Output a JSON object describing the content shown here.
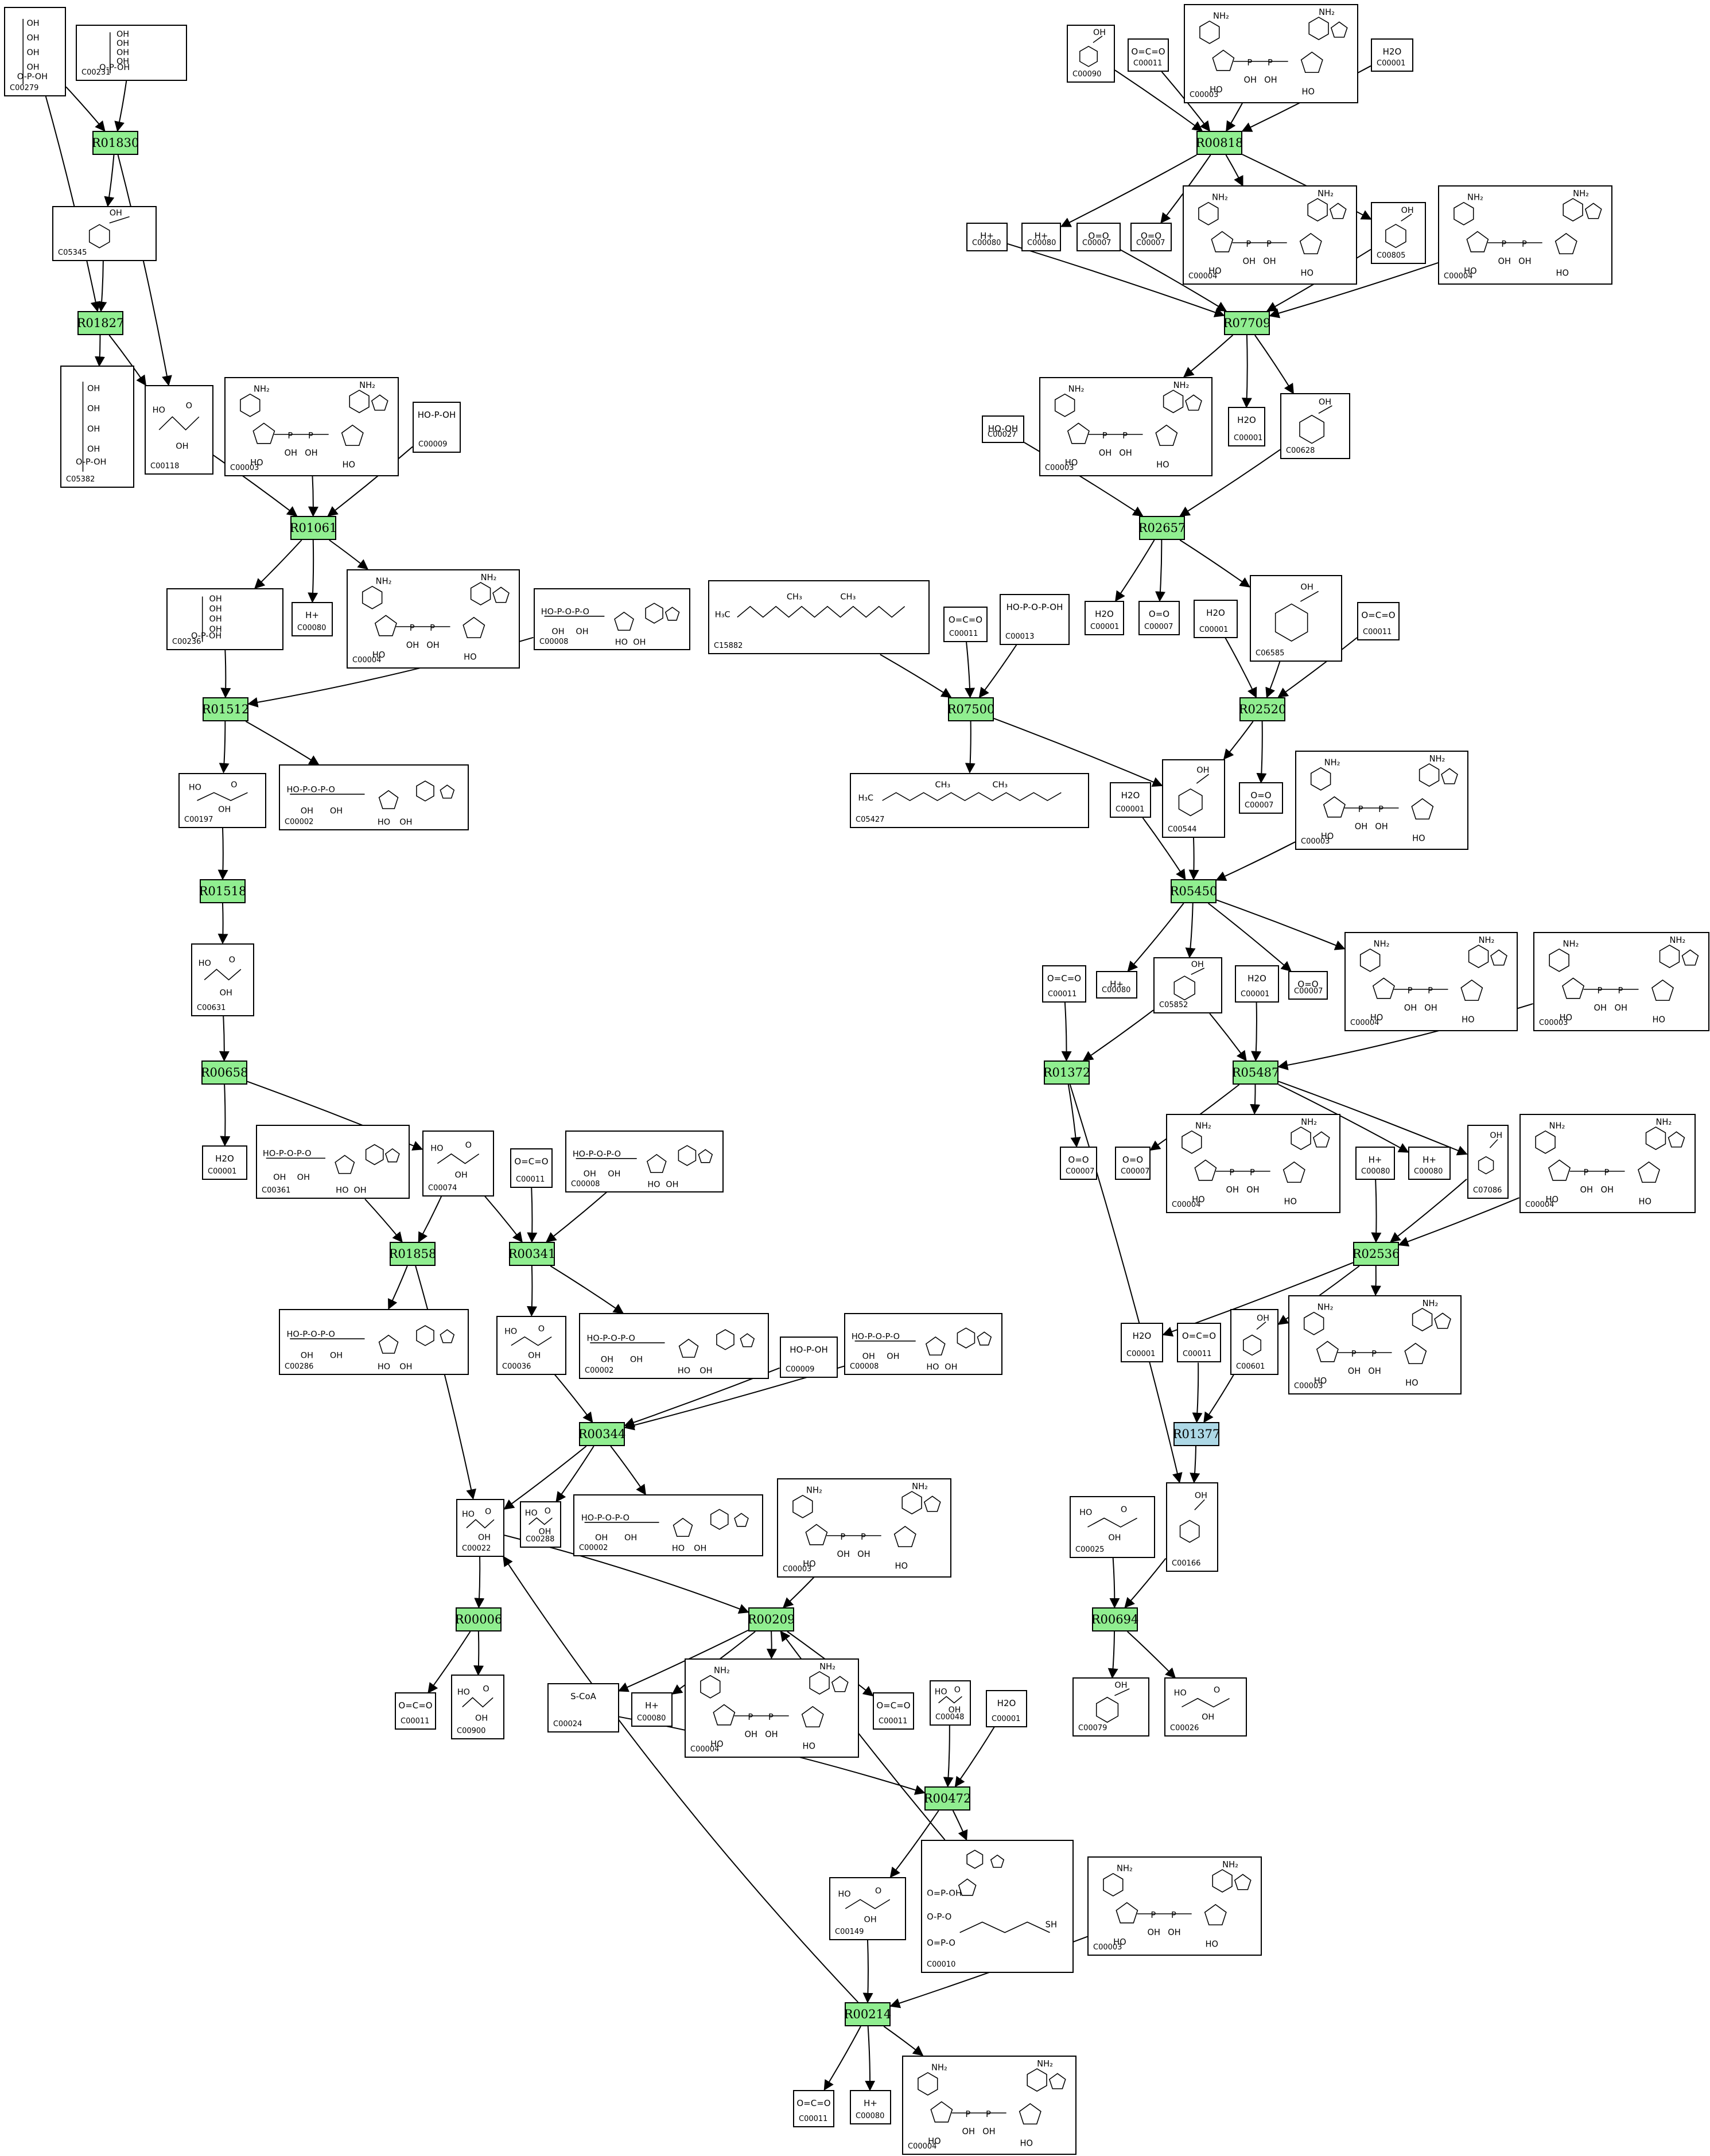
{
  "diagram": {
    "background": "#ffffff",
    "reaction_color": "#90ee90",
    "reaction_alt_color": "#add8e6",
    "reactions": [
      {
        "id": "R01830",
        "label": "R01830"
      },
      {
        "id": "R01827",
        "label": "R01827"
      },
      {
        "id": "R01061",
        "label": "R01061"
      },
      {
        "id": "R01512",
        "label": "R01512"
      },
      {
        "id": "R01518",
        "label": "R01518"
      },
      {
        "id": "R00658",
        "label": "R00658"
      },
      {
        "id": "R01858",
        "label": "R01858"
      },
      {
        "id": "R00341",
        "label": "R00341"
      },
      {
        "id": "R00344",
        "label": "R00344"
      },
      {
        "id": "R00006",
        "label": "R00006"
      },
      {
        "id": "R00209",
        "label": "R00209"
      },
      {
        "id": "R00472",
        "label": "R00472"
      },
      {
        "id": "R00214",
        "label": "R00214"
      },
      {
        "id": "R00818",
        "label": "R00818"
      },
      {
        "id": "R07709",
        "label": "R07709"
      },
      {
        "id": "R02657",
        "label": "R02657"
      },
      {
        "id": "R07500",
        "label": "R07500"
      },
      {
        "id": "R02520",
        "label": "R02520"
      },
      {
        "id": "R05450",
        "label": "R05450"
      },
      {
        "id": "R01372",
        "label": "R01372"
      },
      {
        "id": "R05487",
        "label": "R05487"
      },
      {
        "id": "R02536",
        "label": "R02536"
      },
      {
        "id": "R01377",
        "label": "R01377",
        "alt": true
      },
      {
        "id": "R00694",
        "label": "R00694"
      }
    ],
    "compounds": [
      {
        "key": "n1",
        "cid": "C00279",
        "kind": "sugarP"
      },
      {
        "key": "n2",
        "cid": "C00231",
        "kind": "sugarP"
      },
      {
        "key": "n3",
        "cid": "C05345",
        "kind": "ring"
      },
      {
        "key": "n4",
        "cid": "C05382",
        "kind": "sugarP"
      },
      {
        "key": "n5",
        "cid": "C00118",
        "kind": "small"
      },
      {
        "key": "n6",
        "cid": "C00003",
        "kind": "nad"
      },
      {
        "key": "n7",
        "cid": "C00009",
        "kind": "phosphate",
        "text": "HO-P-OH"
      },
      {
        "key": "n8",
        "cid": "C00236",
        "kind": "sugarP"
      },
      {
        "key": "n9",
        "cid": "C00080",
        "kind": "simple",
        "text": "H+"
      },
      {
        "key": "n10",
        "cid": "C00004",
        "kind": "nad"
      },
      {
        "key": "n11",
        "cid": "C00008",
        "kind": "adp"
      },
      {
        "key": "n12",
        "cid": "C00197",
        "kind": "small"
      },
      {
        "key": "n13",
        "cid": "C00002",
        "kind": "adp"
      },
      {
        "key": "n14",
        "cid": "C00631",
        "kind": "small"
      },
      {
        "key": "n15",
        "cid": "C00001",
        "kind": "simple",
        "text": "H2O"
      },
      {
        "key": "n16",
        "cid": "C00361",
        "kind": "adp"
      },
      {
        "key": "n17",
        "cid": "C00074",
        "kind": "small"
      },
      {
        "key": "n18",
        "cid": "C00011",
        "kind": "simple",
        "text": "O=C=O"
      },
      {
        "key": "n19",
        "cid": "C00008",
        "kind": "adp"
      },
      {
        "key": "n20",
        "cid": "C00286",
        "kind": "adp"
      },
      {
        "key": "n21",
        "cid": "C00036",
        "kind": "small"
      },
      {
        "key": "n22",
        "cid": "C00002",
        "kind": "adp"
      },
      {
        "key": "n23",
        "cid": "C00009",
        "kind": "phosphate",
        "text": "HO-P-OH"
      },
      {
        "key": "n24",
        "cid": "C00008",
        "kind": "adp"
      },
      {
        "key": "n25",
        "cid": "C00022",
        "kind": "small"
      },
      {
        "key": "n26",
        "cid": "C00288",
        "kind": "small"
      },
      {
        "key": "n27",
        "cid": "C00002",
        "kind": "adp"
      },
      {
        "key": "n28",
        "cid": "C00003",
        "kind": "nad"
      },
      {
        "key": "n29",
        "cid": "C00011",
        "kind": "simple",
        "text": "O=C=O"
      },
      {
        "key": "n30",
        "cid": "C00900",
        "kind": "small"
      },
      {
        "key": "n31",
        "cid": "C00024",
        "kind": "simple",
        "text": "S-CoA"
      },
      {
        "key": "n32",
        "cid": "C00080",
        "kind": "simple",
        "text": "H+"
      },
      {
        "key": "n33",
        "cid": "C00004",
        "kind": "nad"
      },
      {
        "key": "n34",
        "cid": "C00011",
        "kind": "simple",
        "text": "O=C=O"
      },
      {
        "key": "n35",
        "cid": "C00048",
        "kind": "small"
      },
      {
        "key": "n36",
        "cid": "C00001",
        "kind": "simple",
        "text": "H2O"
      },
      {
        "key": "n37",
        "cid": "C00149",
        "kind": "small"
      },
      {
        "key": "n38",
        "cid": "C00010",
        "kind": "coa"
      },
      {
        "key": "n39",
        "cid": "C00003",
        "kind": "nad"
      },
      {
        "key": "n40",
        "cid": "C00011",
        "kind": "simple",
        "text": "O=C=O"
      },
      {
        "key": "n41",
        "cid": "C00080",
        "kind": "simple",
        "text": "H+"
      },
      {
        "key": "n42",
        "cid": "C00004",
        "kind": "nad"
      },
      {
        "key": "n43",
        "cid": "C00090",
        "kind": "ring"
      },
      {
        "key": "n44",
        "cid": "C00011",
        "kind": "simple",
        "text": "O=C=O"
      },
      {
        "key": "n45",
        "cid": "C00003",
        "kind": "nad"
      },
      {
        "key": "n46",
        "cid": "C00001",
        "kind": "simple",
        "text": "H2O"
      },
      {
        "key": "n47",
        "cid": "C00080",
        "kind": "simple",
        "text": "H+"
      },
      {
        "key": "n48",
        "cid": "C00080",
        "kind": "simple",
        "text": "H+"
      },
      {
        "key": "n49",
        "cid": "C00007",
        "kind": "simple",
        "text": "O=O"
      },
      {
        "key": "n50",
        "cid": "C00007",
        "kind": "simple",
        "text": "O=O"
      },
      {
        "key": "n51",
        "cid": "C00004",
        "kind": "nad"
      },
      {
        "key": "n52",
        "cid": "C00805",
        "kind": "ring"
      },
      {
        "key": "n53",
        "cid": "C00004",
        "kind": "nad"
      },
      {
        "key": "n54",
        "cid": "C00027",
        "kind": "simple",
        "text": "HO-OH"
      },
      {
        "key": "n55",
        "cid": "C00003",
        "kind": "nad"
      },
      {
        "key": "n56",
        "cid": "C00001",
        "kind": "simple",
        "text": "H2O"
      },
      {
        "key": "n57",
        "cid": "C00628",
        "kind": "ring"
      },
      {
        "key": "n58",
        "cid": "C15882",
        "kind": "chain"
      },
      {
        "key": "n59",
        "cid": "C00011",
        "kind": "simple",
        "text": "O=C=O"
      },
      {
        "key": "n60",
        "cid": "C00013",
        "kind": "phosphate",
        "text": "HO-P-O-P-OH"
      },
      {
        "key": "n61",
        "cid": "C00001",
        "kind": "simple",
        "text": "H2O"
      },
      {
        "key": "n62",
        "cid": "C00007",
        "kind": "simple",
        "text": "O=O"
      },
      {
        "key": "n63",
        "cid": "C00001",
        "kind": "simple",
        "text": "H2O"
      },
      {
        "key": "n64",
        "cid": "C06585",
        "kind": "ring"
      },
      {
        "key": "n65",
        "cid": "C00011",
        "kind": "simple",
        "text": "O=C=O"
      },
      {
        "key": "n66",
        "cid": "C05427",
        "kind": "chain"
      },
      {
        "key": "n67",
        "cid": "C00001",
        "kind": "simple",
        "text": "H2O"
      },
      {
        "key": "n68",
        "cid": "C00544",
        "kind": "ring"
      },
      {
        "key": "n69",
        "cid": "C00007",
        "kind": "simple",
        "text": "O=O"
      },
      {
        "key": "n70",
        "cid": "C00003",
        "kind": "nad"
      },
      {
        "key": "n71",
        "cid": "C00011",
        "kind": "simple",
        "text": "O=C=O"
      },
      {
        "key": "n72",
        "cid": "C00080",
        "kind": "simple",
        "text": "H+"
      },
      {
        "key": "n73",
        "cid": "C05852",
        "kind": "ring"
      },
      {
        "key": "n74",
        "cid": "C00001",
        "kind": "simple",
        "text": "H2O"
      },
      {
        "key": "n75",
        "cid": "C00007",
        "kind": "simple",
        "text": "O=O"
      },
      {
        "key": "n76",
        "cid": "C00004",
        "kind": "nad"
      },
      {
        "key": "n77",
        "cid": "C00003",
        "kind": "nad"
      },
      {
        "key": "n78",
        "cid": "C00007",
        "kind": "simple",
        "text": "O=O"
      },
      {
        "key": "n79",
        "cid": "C00007",
        "kind": "simple",
        "text": "O=O"
      },
      {
        "key": "n80",
        "cid": "C00004",
        "kind": "nad"
      },
      {
        "key": "n81",
        "cid": "C00080",
        "kind": "simple",
        "text": "H+"
      },
      {
        "key": "n82",
        "cid": "C00080",
        "kind": "simple",
        "text": "H+"
      },
      {
        "key": "n83",
        "cid": "C07086",
        "kind": "ring"
      },
      {
        "key": "n84",
        "cid": "C00004",
        "kind": "nad"
      },
      {
        "key": "n85",
        "cid": "C00001",
        "kind": "simple",
        "text": "H2O"
      },
      {
        "key": "n86",
        "cid": "C00011",
        "kind": "simple",
        "text": "O=C=O"
      },
      {
        "key": "n87",
        "cid": "C00601",
        "kind": "ring"
      },
      {
        "key": "n88",
        "cid": "C00003",
        "kind": "nad"
      },
      {
        "key": "n89",
        "cid": "C00025",
        "kind": "small"
      },
      {
        "key": "n90",
        "cid": "C00166",
        "kind": "ring"
      },
      {
        "key": "n91",
        "cid": "C00079",
        "kind": "ring"
      },
      {
        "key": "n92",
        "cid": "C00026",
        "kind": "small"
      },
      {
        "key": "n93",
        "cid": "C00011",
        "kind": "simple",
        "text": "O=C=O"
      },
      {
        "key": "n94",
        "cid": "C00080",
        "kind": "simple",
        "text": "H+"
      },
      {
        "key": "n95",
        "cid": "C00004",
        "kind": "nad"
      }
    ]
  }
}
